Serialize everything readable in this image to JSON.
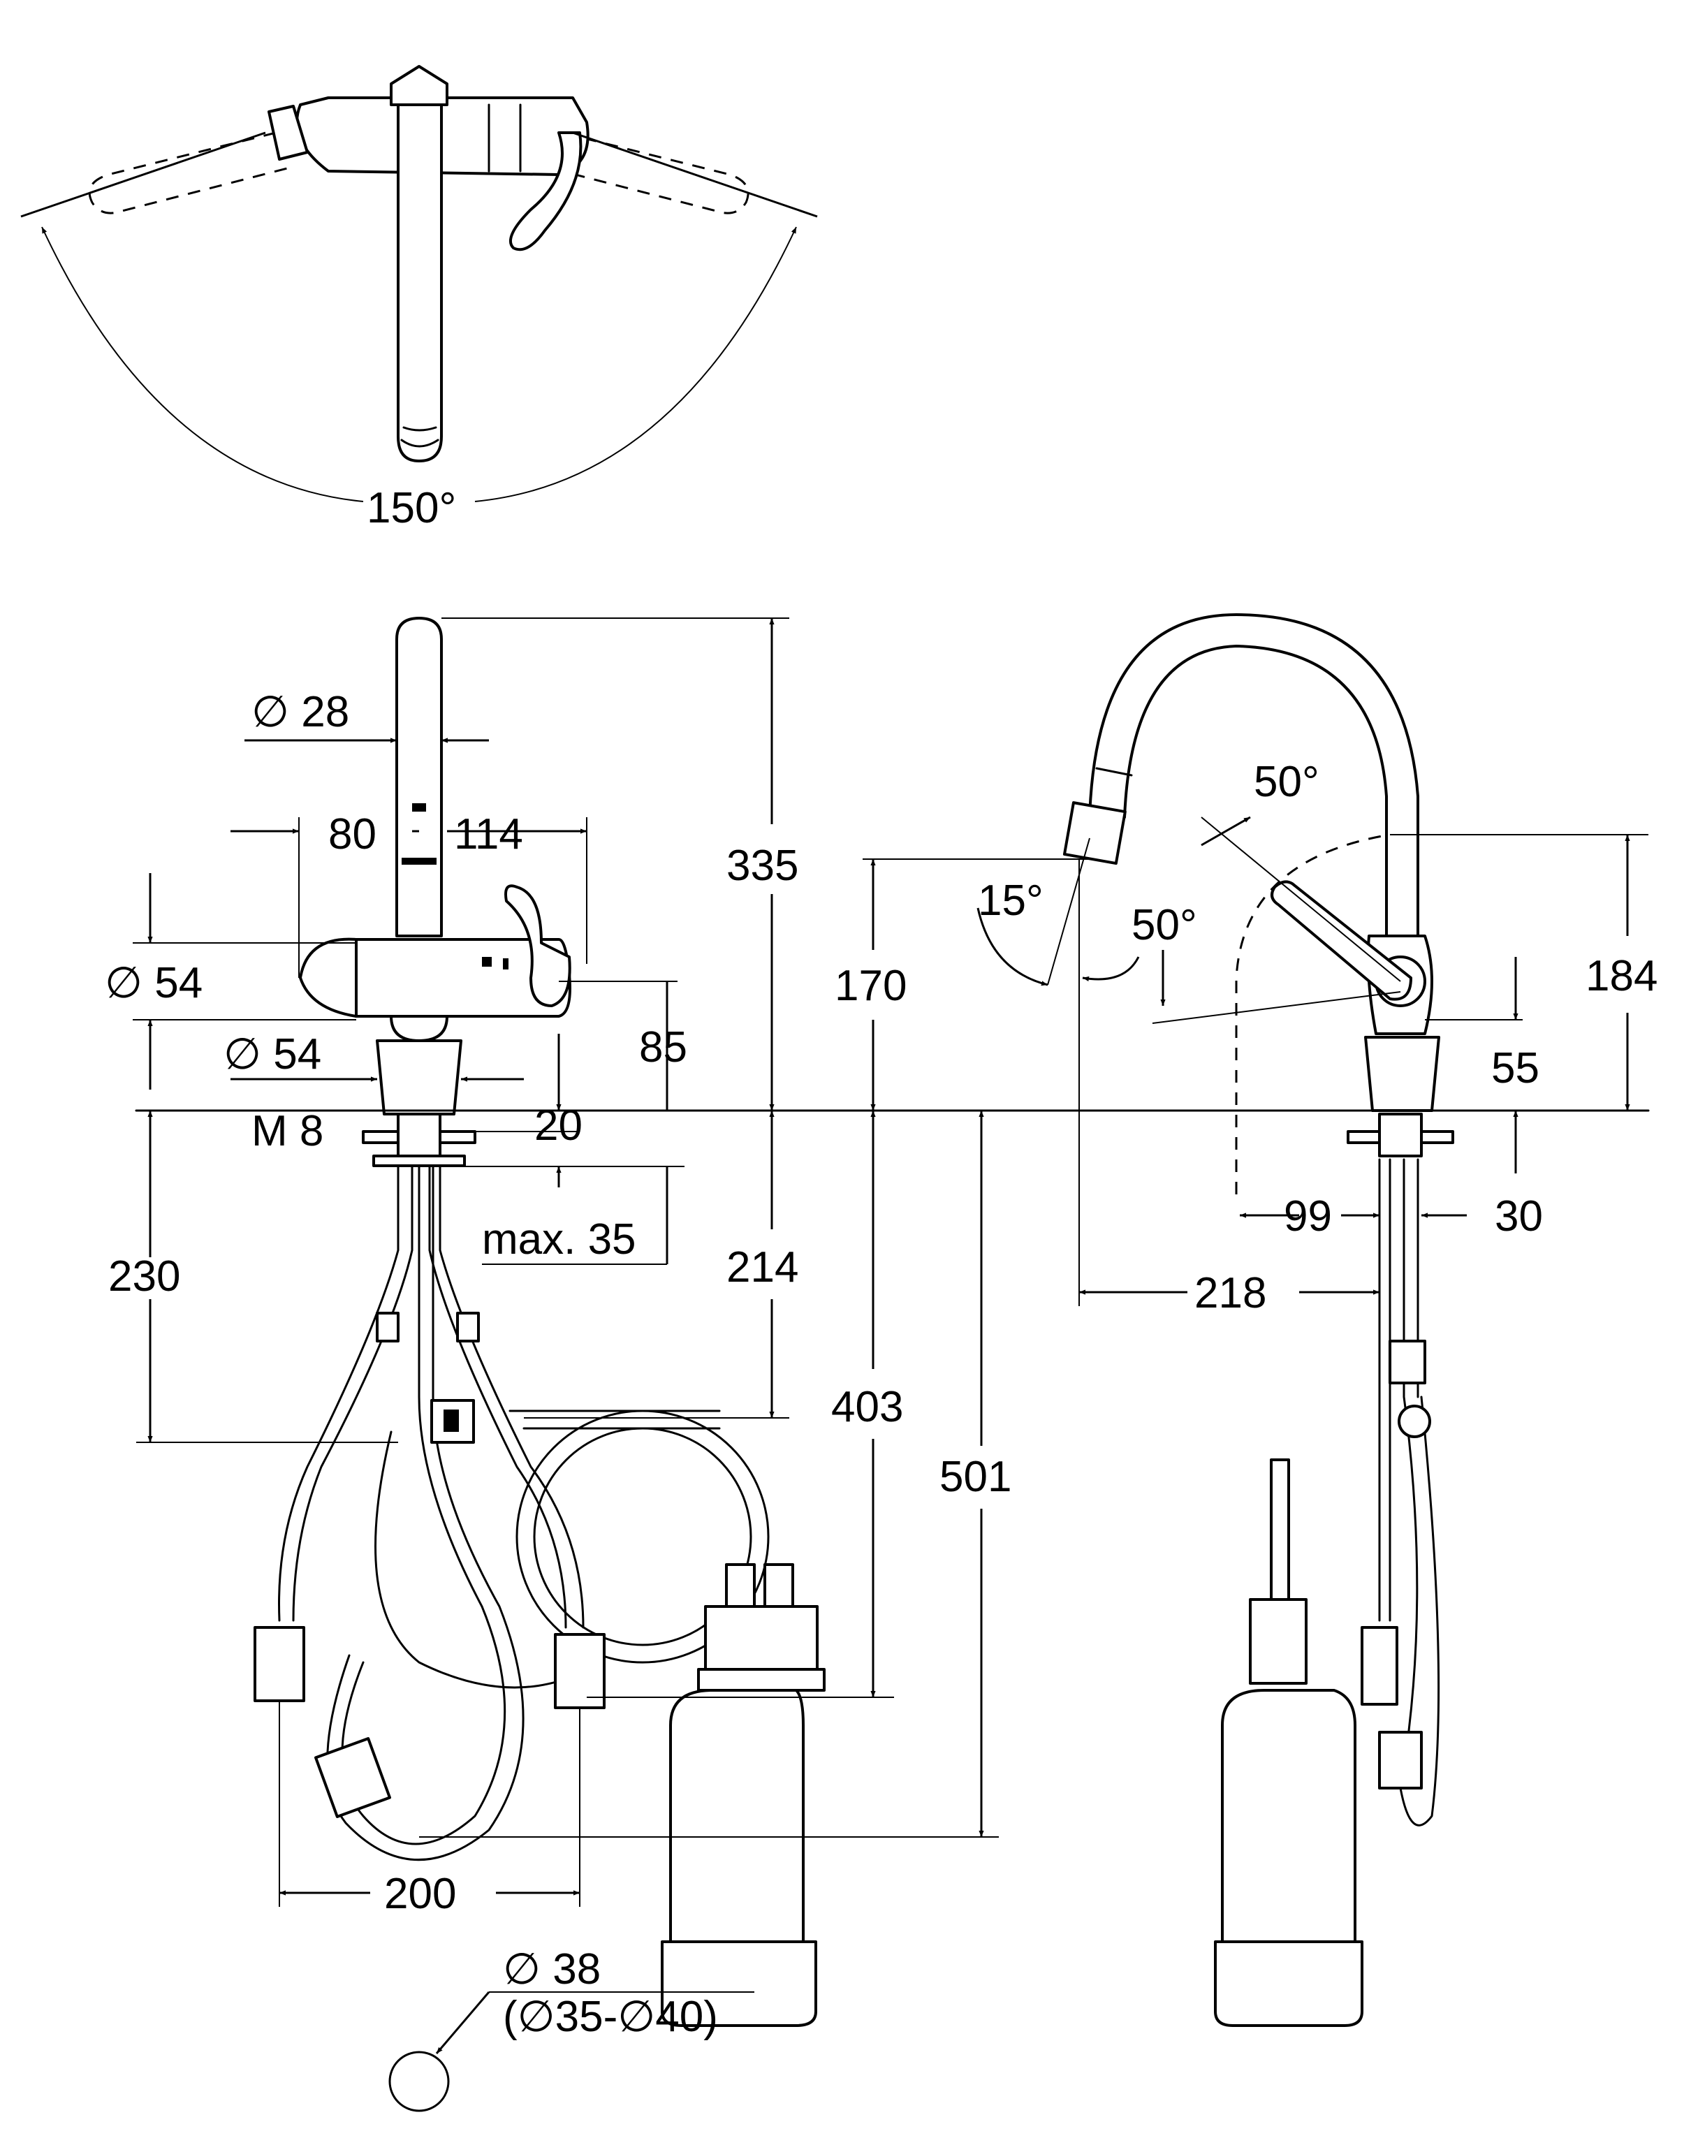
{
  "top_view": {
    "swivel_angle": "150°"
  },
  "front_view": {
    "spout_diameter": "∅ 28",
    "dim_80": "80",
    "dim_114": "114",
    "body_diameter": "∅ 54",
    "base_diameter": "∅ 54",
    "thread": "M 8",
    "dim_20": "20",
    "max_thickness": "max. 35",
    "dim_85": "85",
    "dim_335": "335",
    "dim_230": "230",
    "dim_214": "214",
    "dim_403": "403",
    "dim_501": "501",
    "dim_200": "200",
    "hole_diameter": "∅ 38",
    "hole_range": "(∅35-∅40)"
  },
  "side_view": {
    "angle_50_top": "50°",
    "angle_15": "15°",
    "angle_50_lower": "50°",
    "dim_170": "170",
    "dim_184": "184",
    "dim_55": "55",
    "dim_99": "99",
    "dim_30": "30",
    "dim_218": "218"
  }
}
